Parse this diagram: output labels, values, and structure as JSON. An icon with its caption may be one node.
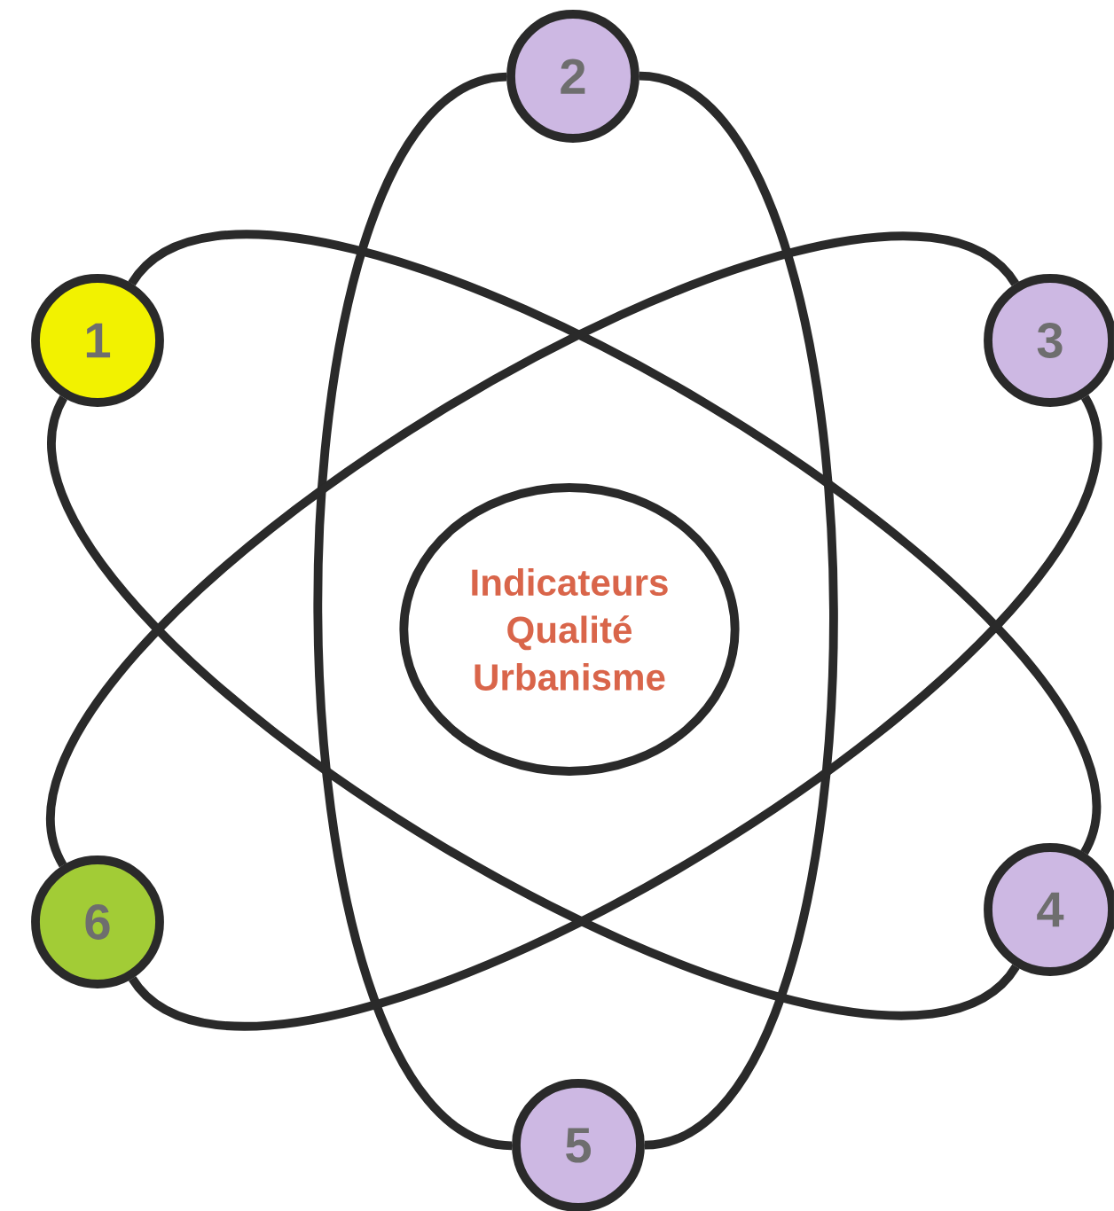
{
  "diagram": {
    "nodes": [
      {
        "text": [
          "2"
        ]
      },
      {
        "text": [
          "1"
        ]
      },
      {
        "text": [
          "3"
        ]
      },
      {
        "text": [
          "Indicateurs Qualité Urbanisme"
        ]
      },
      {
        "text": [
          "6"
        ]
      },
      {
        "text": [
          "4"
        ]
      },
      {
        "text": [
          "5"
        ]
      }
    ],
    "edges": [
      {
        "from": 0,
        "to": 6,
        "arrow": "none"
      },
      {
        "from": 0,
        "to": 6,
        "arrow": "none"
      },
      {
        "from": 1,
        "to": 5,
        "arrow": "none"
      },
      {
        "from": 1,
        "to": 5,
        "arrow": "none"
      },
      {
        "from": 2,
        "to": 4,
        "arrow": "none"
      },
      {
        "from": 2,
        "to": 4,
        "arrow": "none"
      }
    ]
  }
}
